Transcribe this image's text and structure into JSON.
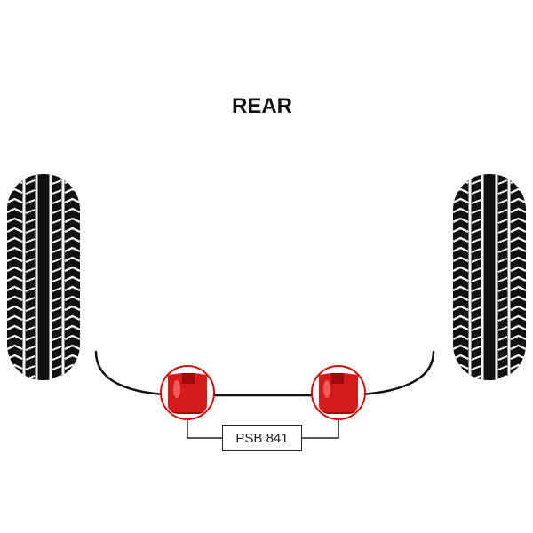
{
  "diagram": {
    "title": "REAR",
    "part_number": "PSB 841"
  },
  "colors": {
    "tyre": "#111111",
    "tread": "#ffffff",
    "bar": "#111111",
    "bush": "#d41a1a",
    "bush_dark": "#9e0d0d",
    "bush_highlight": "#f25a5a",
    "callout_ring": "#cc1111",
    "connector": "#222222"
  },
  "components": {
    "wheels": [
      "left-wheel",
      "right-wheel"
    ],
    "bushes": [
      "left-bush",
      "right-bush"
    ],
    "bar": "anti-roll-bar"
  }
}
